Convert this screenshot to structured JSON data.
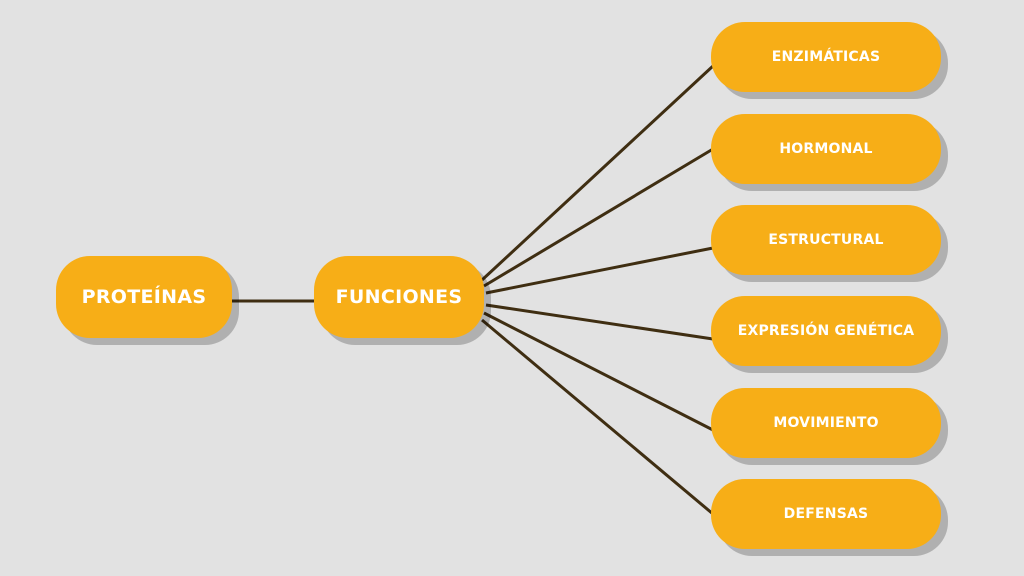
{
  "colors": {
    "background": "#e2e2e2",
    "node_fill": "#f7ae17",
    "node_text": "#ffffff",
    "connector": "#3f2e12"
  },
  "root": {
    "label": "PROTEÍNAS"
  },
  "hub": {
    "label": "FUNCIONES"
  },
  "leaves": [
    {
      "label": "ENZIMÁTICAS"
    },
    {
      "label": "HORMONAL"
    },
    {
      "label": "ESTRUCTURAL"
    },
    {
      "label": "EXPRESIÓN GENÉTICA"
    },
    {
      "label": "MOVIMIENTO"
    },
    {
      "label": "DEFENSAS"
    }
  ]
}
